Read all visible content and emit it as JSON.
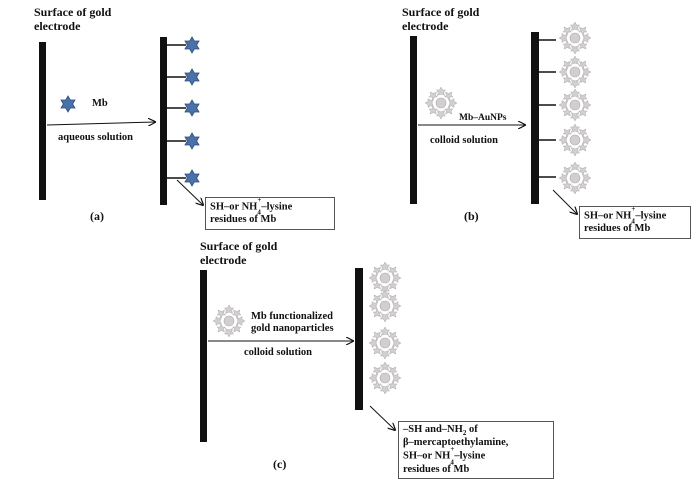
{
  "panel_a": {
    "title_line1": "Surface of gold",
    "title_line2": "electrode",
    "reagent": "Mb",
    "medium": "aqueous solution",
    "callout_line1_pre": "SH–or NH",
    "callout_line1_post": "–lysine",
    "callout_line2": "residues of Mb",
    "label": "(a)"
  },
  "panel_b": {
    "title_line1": "Surface of gold",
    "title_line2": "electrode",
    "reagent": "Mb–AuNPs",
    "medium": "colloid solution",
    "callout_line1_pre": "SH–or NH",
    "callout_line1_post": "–lysine",
    "callout_line2": "residues of Mb",
    "label": "(b)"
  },
  "panel_c": {
    "title_line1": "Surface of gold",
    "title_line2": "electrode",
    "reagent_line1": "Mb functionalized",
    "reagent_line2": "gold nanoparticles",
    "medium": "colloid solution",
    "callout_line1_pre": "–SH and–NH",
    "callout_line1_post": " of",
    "callout_line2": "β–mercaptoethylamine,",
    "callout_line3_pre": "SH–or NH",
    "callout_line3_post": "–lysine",
    "callout_line4": "residues of Mb",
    "label": "(c)"
  },
  "colors": {
    "electrode": "#111111",
    "star_fill": "#4a72a8",
    "star_stroke": "#2c4c7a",
    "nanoparticle": "#c9c4c4"
  }
}
